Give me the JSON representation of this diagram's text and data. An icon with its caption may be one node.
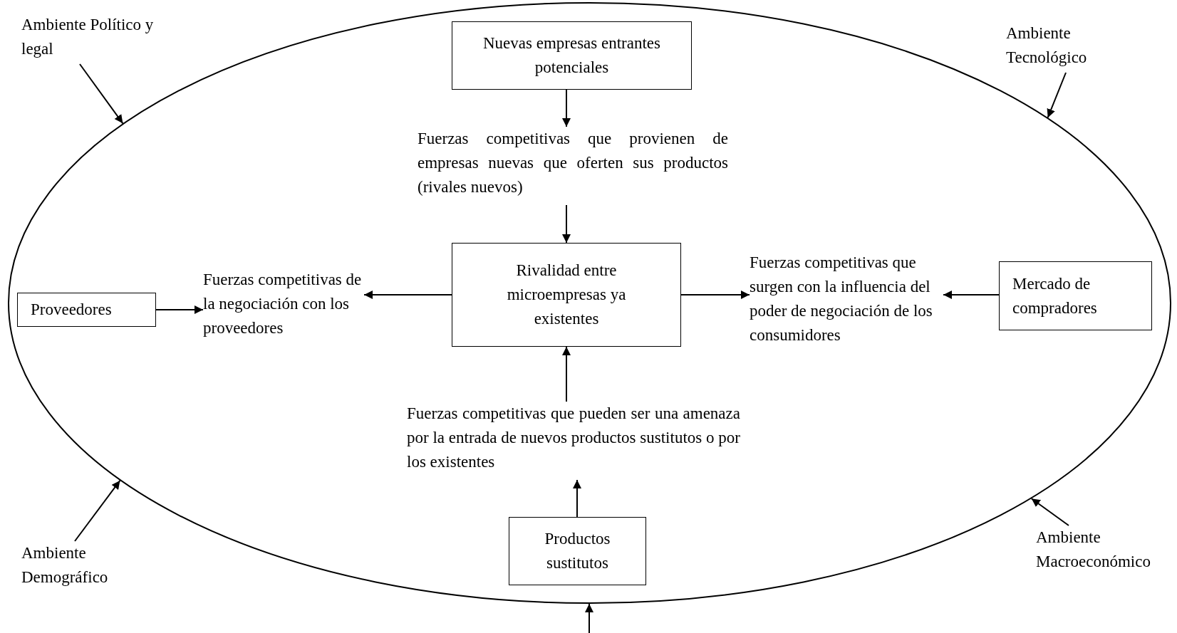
{
  "diagram": {
    "nodes": [
      {
        "text": [],
        "shape": "ellipse"
      },
      {
        "text": [
          "Ambiente Político y legal"
        ]
      },
      {
        "text": [
          "Ambiente Tecnológico"
        ]
      },
      {
        "text": [
          "Nuevas empresas entrantes potenciales"
        ],
        "in": 0
      },
      {
        "text": [
          "Fuerzas competitivas que provienen de empresas nuevas que oferten sus productos (rivales nuevos)"
        ],
        "in": 0
      },
      {
        "text": [
          "Proveedores"
        ],
        "in": 0
      },
      {
        "text": [
          "Fuerzas competitivas de la negociación con los proveedores"
        ],
        "in": 0
      },
      {
        "text": [
          "Rivalidad entre microempresas ya existentes"
        ],
        "in": 0
      },
      {
        "text": [
          "Fuerzas competitivas que surgen con la influencia del poder de negociación de los consumidores"
        ],
        "in": 0
      },
      {
        "text": [
          "Mercado de compradores"
        ],
        "in": 0
      },
      {
        "text": [
          "Fuerzas competitivas que pueden ser una amenaza por la entrada de nuevos productos sustitutos o por los existentes"
        ],
        "in": 0
      },
      {
        "text": [
          "Productos sustitutos"
        ],
        "in": 0
      },
      {
        "text": [
          "Ambiente Demográfico"
        ]
      },
      {
        "text": [
          "Ambiente Macroeconómico"
        ]
      }
    ],
    "edges": [
      {
        "from": 1,
        "to": 0,
        "arrow": "to"
      },
      {
        "from": 2,
        "to": 0,
        "arrow": "to"
      },
      {
        "from": 3,
        "to": 4,
        "arrow": "to"
      },
      {
        "from": 4,
        "to": 7,
        "arrow": "to"
      },
      {
        "from": 7,
        "to": 6,
        "arrow": "to"
      },
      {
        "from": 5,
        "to": 6,
        "arrow": "to"
      },
      {
        "from": 7,
        "to": 8,
        "arrow": "to"
      },
      {
        "from": 9,
        "to": 8,
        "arrow": "to"
      },
      {
        "from": 10,
        "to": 7,
        "arrow": "to"
      },
      {
        "from": 11,
        "to": 10,
        "arrow": "to"
      },
      {
        "from": 12,
        "to": 0,
        "arrow": "to"
      },
      {
        "from": 13,
        "to": 0,
        "arrow": "to"
      },
      {
        "from": null,
        "to": 0,
        "arrow": "to"
      }
    ]
  }
}
